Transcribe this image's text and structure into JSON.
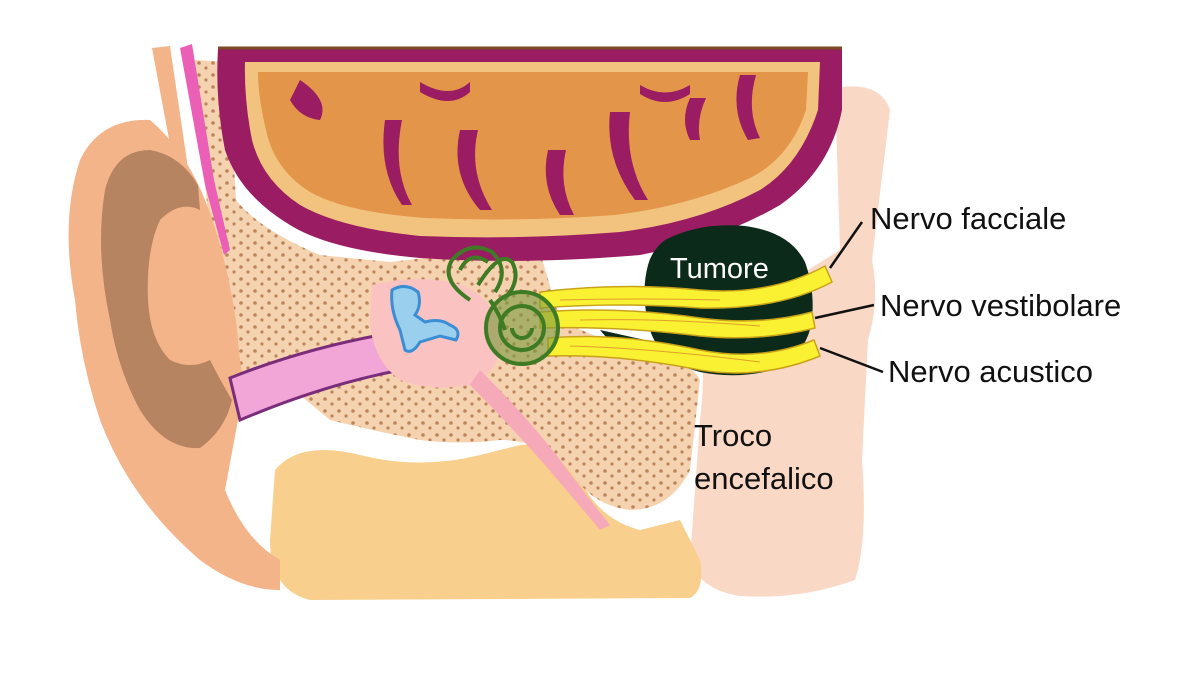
{
  "diagram": {
    "labels": {
      "facial_nerve": "Nervo facciale",
      "vestibular_nerve": "Nervo vestibolare",
      "acoustic_nerve": "Nervo acustico",
      "tumor": "Tumore",
      "brainstem_line1": "Troco",
      "brainstem_line2": "encefalico"
    },
    "colors": {
      "cerebellum_fill": "#e3954a",
      "cerebellum_border": "#9a1c63",
      "cerebellum_inner": "#f2c37e",
      "skin": "#f4b48a",
      "ear_inner": "#b78462",
      "bone": "#f6d3b0",
      "bone_dots": "#a86a3e",
      "jaw": "#f8cf8c",
      "brainstem": "#fad8c6",
      "canal": "#f2a6d8",
      "pink_strip": "#ec5fb6",
      "cochlea": "#3f7a25",
      "nerve": "#f9f132",
      "tumor": "#0b2a19",
      "ossicles": "#7fc3e9",
      "middle_ear": "#fac2c0"
    }
  }
}
